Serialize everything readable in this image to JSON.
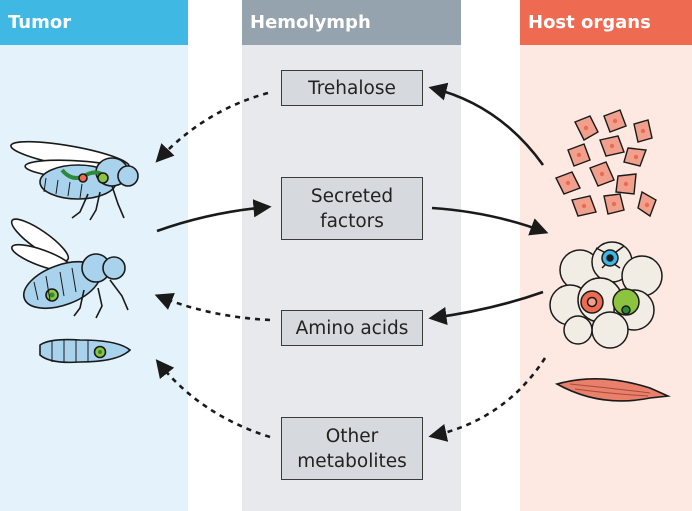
{
  "columns": {
    "tumor": "Tumor",
    "hemolymph": "Hemolymph",
    "host": "Host organs"
  },
  "boxes": {
    "trehalose": "Trehalose",
    "secreted": "Secreted\nfactors",
    "amino": "Amino acids",
    "other": "Other\nmetabolites"
  },
  "colors": {
    "tumor_header": "#3fb8e4",
    "tumor_bg": "#e4f3fb",
    "hemolymph_header": "#94a3ad",
    "hemolymph_bg": "#e7e9ec",
    "host_header": "#ee6a50",
    "host_bg": "#fde8e2",
    "fly_body": "#a9d3ec",
    "tumor_green": "#8dc43f",
    "host_cell": "#f0a08c",
    "muscle": "#e8806c"
  },
  "icons": [
    "fly-adult-icon",
    "fly-adult-tumor-icon",
    "larva-icon",
    "host-cells-icon",
    "fat-body-cluster-icon",
    "muscle-icon"
  ]
}
